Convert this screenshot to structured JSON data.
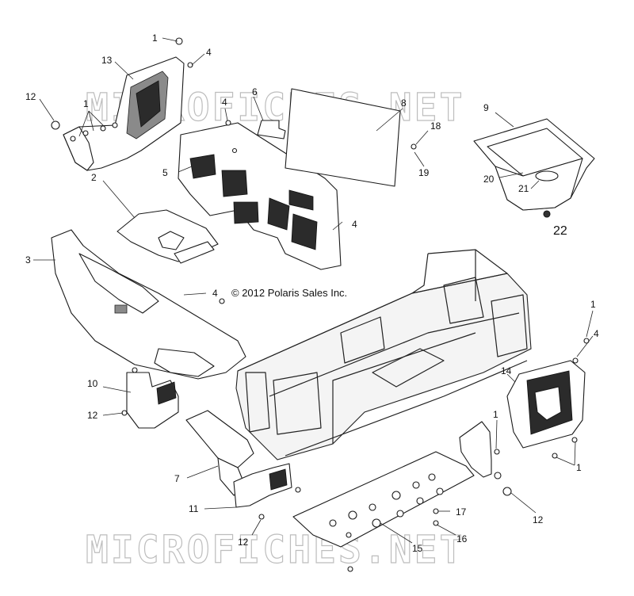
{
  "watermark": {
    "text": "MICROFICHES.NET"
  },
  "copyright": "© 2012 Polaris Sales Inc.",
  "callouts": [
    "1",
    "4",
    "13",
    "12",
    "1",
    "4",
    "6",
    "8",
    "9",
    "18",
    "5",
    "19",
    "20",
    "21",
    "22",
    "2",
    "4",
    "3",
    "4",
    "1",
    "4",
    "14",
    "10",
    "12",
    "1",
    "7",
    "1",
    "11",
    "17",
    "12",
    "12",
    "16",
    "15"
  ]
}
